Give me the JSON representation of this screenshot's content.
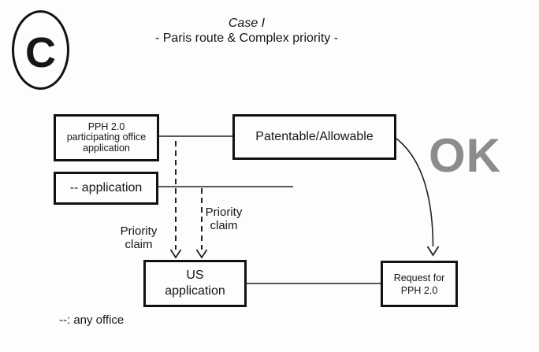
{
  "badge": {
    "letter": "C"
  },
  "title": {
    "case_label": "Case I",
    "subtitle": "- Paris route & Complex priority -"
  },
  "nodes": {
    "pph_office": {
      "label": "PPH 2.0\nparticipating office\napplication"
    },
    "any_office": {
      "label": "-- application"
    },
    "patentable": {
      "label": "Patentable/Allowable"
    },
    "us_application": {
      "label": "US\napplication"
    },
    "request_pph": {
      "label": "Request for\nPPH 2.0"
    }
  },
  "annotations": {
    "priority_claim_left": "Priority\nclaim",
    "priority_claim_right": "Priority\nclaim",
    "ok_status": "OK",
    "footnote": "--: any office"
  },
  "colors": {
    "ink": "#161616",
    "box_border": "#111111",
    "ok_gray": "#8c8c8c",
    "background": "#fdfdfd"
  }
}
